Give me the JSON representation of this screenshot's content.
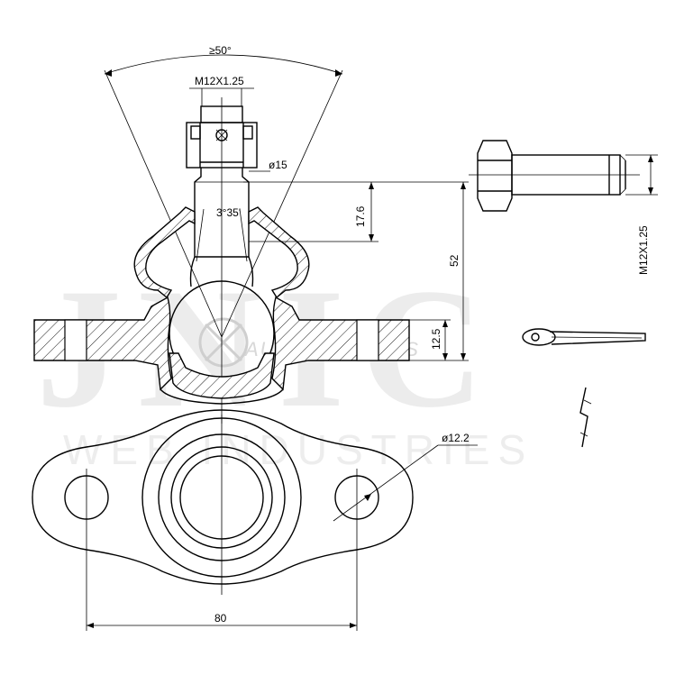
{
  "watermark": {
    "brand": "JNIC",
    "subtitle": "WEB INDUSTRIES",
    "site": "AUTOCOMPRAS"
  },
  "dimensions": {
    "angle": "≥50°",
    "thread_top": "M12X1.25",
    "shank_diameter": "ø15",
    "taper_angle": "3°35'",
    "height_taper": "17.6",
    "height_total": "52",
    "height_flange": "12.5",
    "bolt_thread": "M12X1.25",
    "hole_diameter": "ø12.2",
    "hole_spacing": "80"
  }
}
